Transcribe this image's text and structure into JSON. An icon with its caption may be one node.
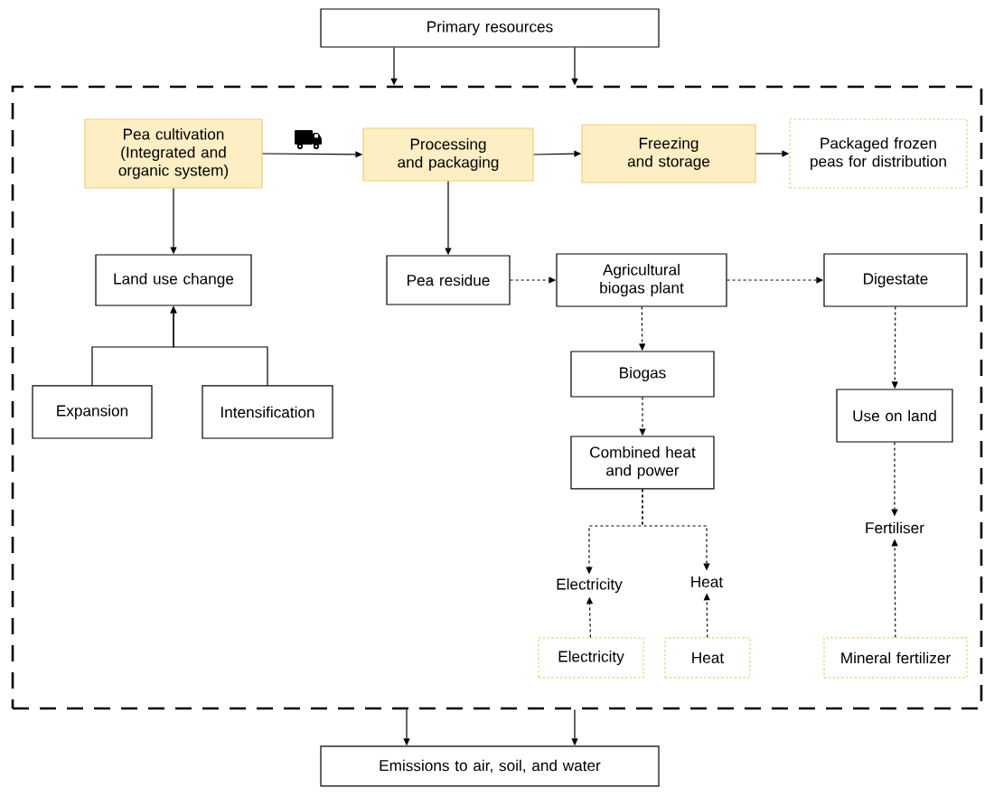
{
  "diagram": {
    "nodes": [
      {
        "text": [
          "Primary resources"
        ]
      },
      {
        "text": [],
        "shape": "box"
      },
      {
        "text": [
          "Pea cultivation (Integrated and organic system)"
        ],
        "in": 1
      },
      {
        "text": [
          "Processing and packaging"
        ],
        "in": 1
      },
      {
        "text": [
          "Freezing and storage"
        ],
        "in": 1
      },
      {
        "text": [
          "Packaged frozen peas for distribution"
        ],
        "in": 1
      },
      {
        "text": [
          "Land use change"
        ],
        "in": 1
      },
      {
        "text": [
          "Expansion"
        ],
        "in": 1
      },
      {
        "text": [
          "Intensification"
        ],
        "in": 1
      },
      {
        "text": [
          "Pea residue"
        ],
        "in": 1
      },
      {
        "text": [
          "Agricultural biogas plant"
        ],
        "in": 1
      },
      {
        "text": [
          "Digestate"
        ],
        "in": 1
      },
      {
        "text": [
          "Biogas"
        ],
        "in": 1
      },
      {
        "text": [
          "Combined heat and power"
        ],
        "in": 1
      },
      {
        "text": [
          "Use on land"
        ],
        "in": 1
      },
      {
        "text": [
          "Fertiliser"
        ],
        "in": 1
      },
      {
        "text": [
          "Electricity"
        ],
        "in": 1
      },
      {
        "text": [
          "Heat"
        ],
        "in": 1
      },
      {
        "text": [
          "Electricity"
        ],
        "in": 1
      },
      {
        "text": [
          "Heat"
        ],
        "in": 1
      },
      {
        "text": [
          "Mineral fertilizer"
        ],
        "in": 1
      },
      {
        "text": [
          "Emissions to air, soil, and water"
        ]
      }
    ],
    "edges": [
      {
        "from": 0,
        "to": 1,
        "arrow": "to"
      },
      {
        "from": 0,
        "to": 1,
        "arrow": "to"
      },
      {
        "from": 2,
        "to": 3,
        "arrow": "to"
      },
      {
        "from": 3,
        "to": 4,
        "arrow": "to"
      },
      {
        "from": 4,
        "to": 5,
        "arrow": "to"
      },
      {
        "from": 2,
        "to": 6,
        "arrow": "to"
      },
      {
        "from": 7,
        "to": 6,
        "arrow": "to"
      },
      {
        "from": 8,
        "to": 6,
        "arrow": "to"
      },
      {
        "from": 3,
        "to": 9,
        "arrow": "to"
      },
      {
        "from": 9,
        "to": 10,
        "arrow": "to",
        "style": "dashed"
      },
      {
        "from": 10,
        "to": 11,
        "arrow": "to",
        "style": "dashed"
      },
      {
        "from": 10,
        "to": 12,
        "arrow": "to",
        "style": "dashed"
      },
      {
        "from": 12,
        "to": 13,
        "arrow": "to",
        "style": "dashed"
      },
      {
        "from": 11,
        "to": 14,
        "arrow": "to",
        "style": "dashed"
      },
      {
        "from": 14,
        "to": 15,
        "arrow": "to",
        "style": "dashed"
      },
      {
        "from": 13,
        "to": 16,
        "arrow": "to",
        "style": "dashed"
      },
      {
        "from": 13,
        "to": 17,
        "arrow": "to",
        "style": "dashed"
      },
      {
        "from": 18,
        "to": 16,
        "arrow": "to",
        "style": "dashed"
      },
      {
        "from": 19,
        "to": 17,
        "arrow": "to",
        "style": "dashed"
      },
      {
        "from": 20,
        "to": 15,
        "arrow": "to",
        "style": "dashed"
      },
      {
        "from": 1,
        "to": 21,
        "arrow": "to"
      },
      {
        "from": 1,
        "to": 21,
        "arrow": "to"
      }
    ]
  }
}
